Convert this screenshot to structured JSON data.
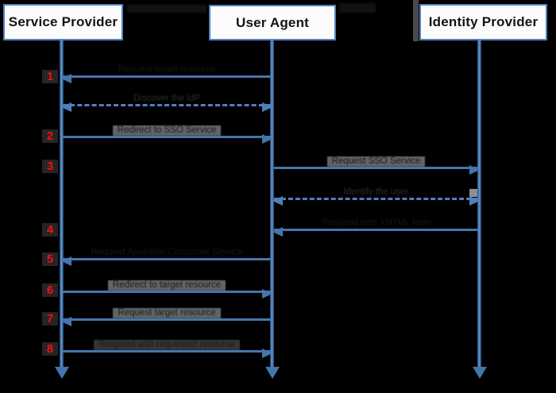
{
  "actors": [
    {
      "label": "Service Provider"
    },
    {
      "label": "User Agent"
    },
    {
      "label": "Identity Provider"
    }
  ],
  "messages": [
    {
      "step": "1",
      "label": "Request target resource",
      "from": "User Agent",
      "to": "Service Provider",
      "line": "solid"
    },
    {
      "step": "",
      "label": "Discover the IdP",
      "from": "Service Provider",
      "to": "User Agent",
      "line": "dashed-bidirectional"
    },
    {
      "step": "2",
      "label": "Redirect to SSO Service",
      "from": "Service Provider",
      "to": "User Agent",
      "line": "solid"
    },
    {
      "step": "3",
      "label": "Request SSO Service",
      "from": "User Agent",
      "to": "Identity Provider",
      "line": "solid"
    },
    {
      "step": "",
      "label": "Identify the user",
      "from": "User Agent",
      "to": "Identity Provider",
      "line": "dashed-bidirectional"
    },
    {
      "step": "4",
      "label": "Respond with XHTML form",
      "from": "Identity Provider",
      "to": "User Agent",
      "line": "solid"
    },
    {
      "step": "5",
      "label": "Request Assertion Consumer Service",
      "from": "User Agent",
      "to": "Service Provider",
      "line": "solid"
    },
    {
      "step": "6",
      "label": "Redirect to target resource",
      "from": "Service Provider",
      "to": "User Agent",
      "line": "solid"
    },
    {
      "step": "7",
      "label": "Request target resource",
      "from": "User Agent",
      "to": "Service Provider",
      "line": "solid"
    },
    {
      "step": "8",
      "label": "Respond with requested resource",
      "from": "Service Provider",
      "to": "User Agent",
      "line": "solid"
    }
  ],
  "colors": {
    "background": "#000000",
    "arrow_blue": "#4575ad",
    "box_border_blue": "#4f81bd",
    "step_number_red": "#ff0000",
    "label_band_grey": "#6e7175"
  }
}
